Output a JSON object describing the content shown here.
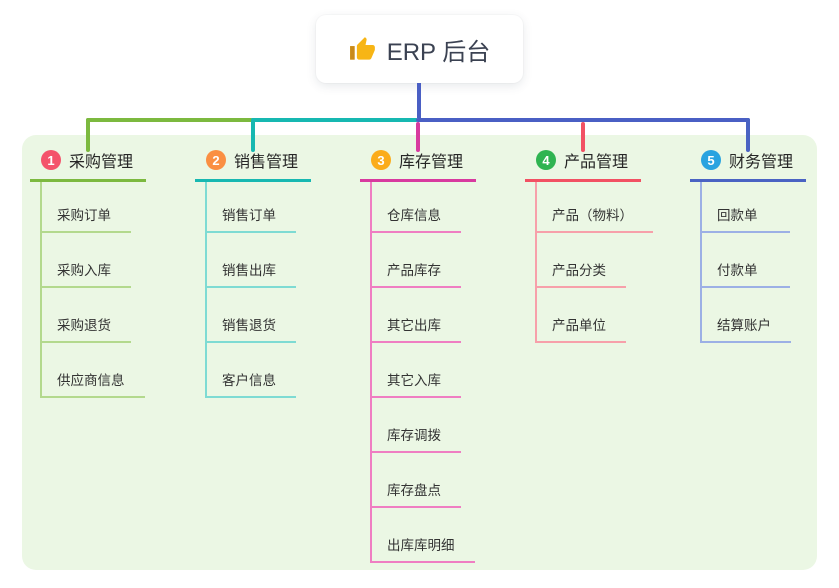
{
  "root": {
    "title": "ERP 后台",
    "icon": "thumbs-up-icon",
    "icon_color": "#f7b515"
  },
  "connector": {
    "color": "#4a5fc4"
  },
  "panel": {
    "background": "#ebf7e4"
  },
  "branches": [
    {
      "badge": "1",
      "label": "采购管理",
      "badge_color": "#f4536b",
      "line_color": "#7cb93f",
      "item_line_color": "#b3d98d",
      "items": [
        "采购订单",
        "采购入库",
        "采购退货",
        "供应商信息"
      ]
    },
    {
      "badge": "2",
      "label": "销售管理",
      "badge_color": "#fa8f42",
      "line_color": "#17b8b1",
      "item_line_color": "#7edbd3",
      "items": [
        "销售订单",
        "销售出库",
        "销售退货",
        "客户信息"
      ]
    },
    {
      "badge": "3",
      "label": "库存管理",
      "badge_color": "#fbac1b",
      "line_color": "#d83a9f",
      "item_line_color": "#ef7ec2",
      "items": [
        "仓库信息",
        "产品库存",
        "其它出库",
        "其它入库",
        "库存调拨",
        "库存盘点",
        "出库库明细"
      ]
    },
    {
      "badge": "4",
      "label": "产品管理",
      "badge_color": "#2fb451",
      "line_color": "#f25163",
      "item_line_color": "#f7a0aa",
      "items": [
        "产品（物料）",
        "产品分类",
        "产品单位"
      ]
    },
    {
      "badge": "5",
      "label": "财务管理",
      "badge_color": "#29a3e0",
      "line_color": "#4a63c3",
      "item_line_color": "#9cb0e5",
      "items": [
        "回款单",
        "付款单",
        "结算账户"
      ]
    }
  ]
}
